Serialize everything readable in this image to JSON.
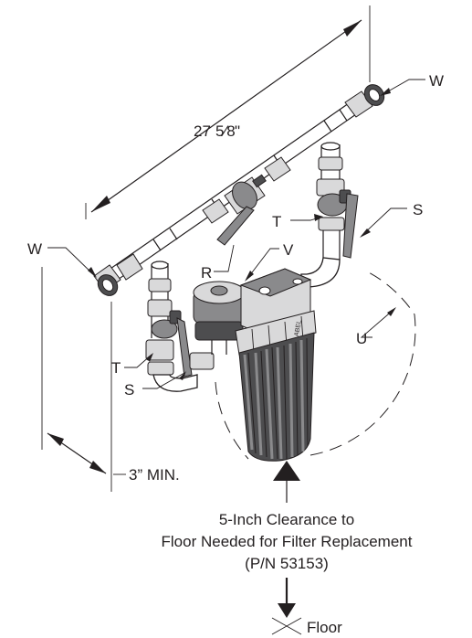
{
  "dimension": {
    "whole": "27",
    "fraction": "5⁄8",
    "inch_mark": "\""
  },
  "callouts": {
    "w_right": "W",
    "w_left": "W",
    "t_right": "T",
    "t_left": "T",
    "s_right": "S",
    "s_left": "S",
    "r": "R",
    "v": "V",
    "u": "U"
  },
  "min_clearance": "3” MIN.",
  "caption": {
    "line1": "5-Inch Clearance to",
    "line2": "Floor Needed for Filter Replacement",
    "line3": "(P/N 53153)"
  },
  "floor_label": "Floor",
  "housing_text": "LABEL"
}
